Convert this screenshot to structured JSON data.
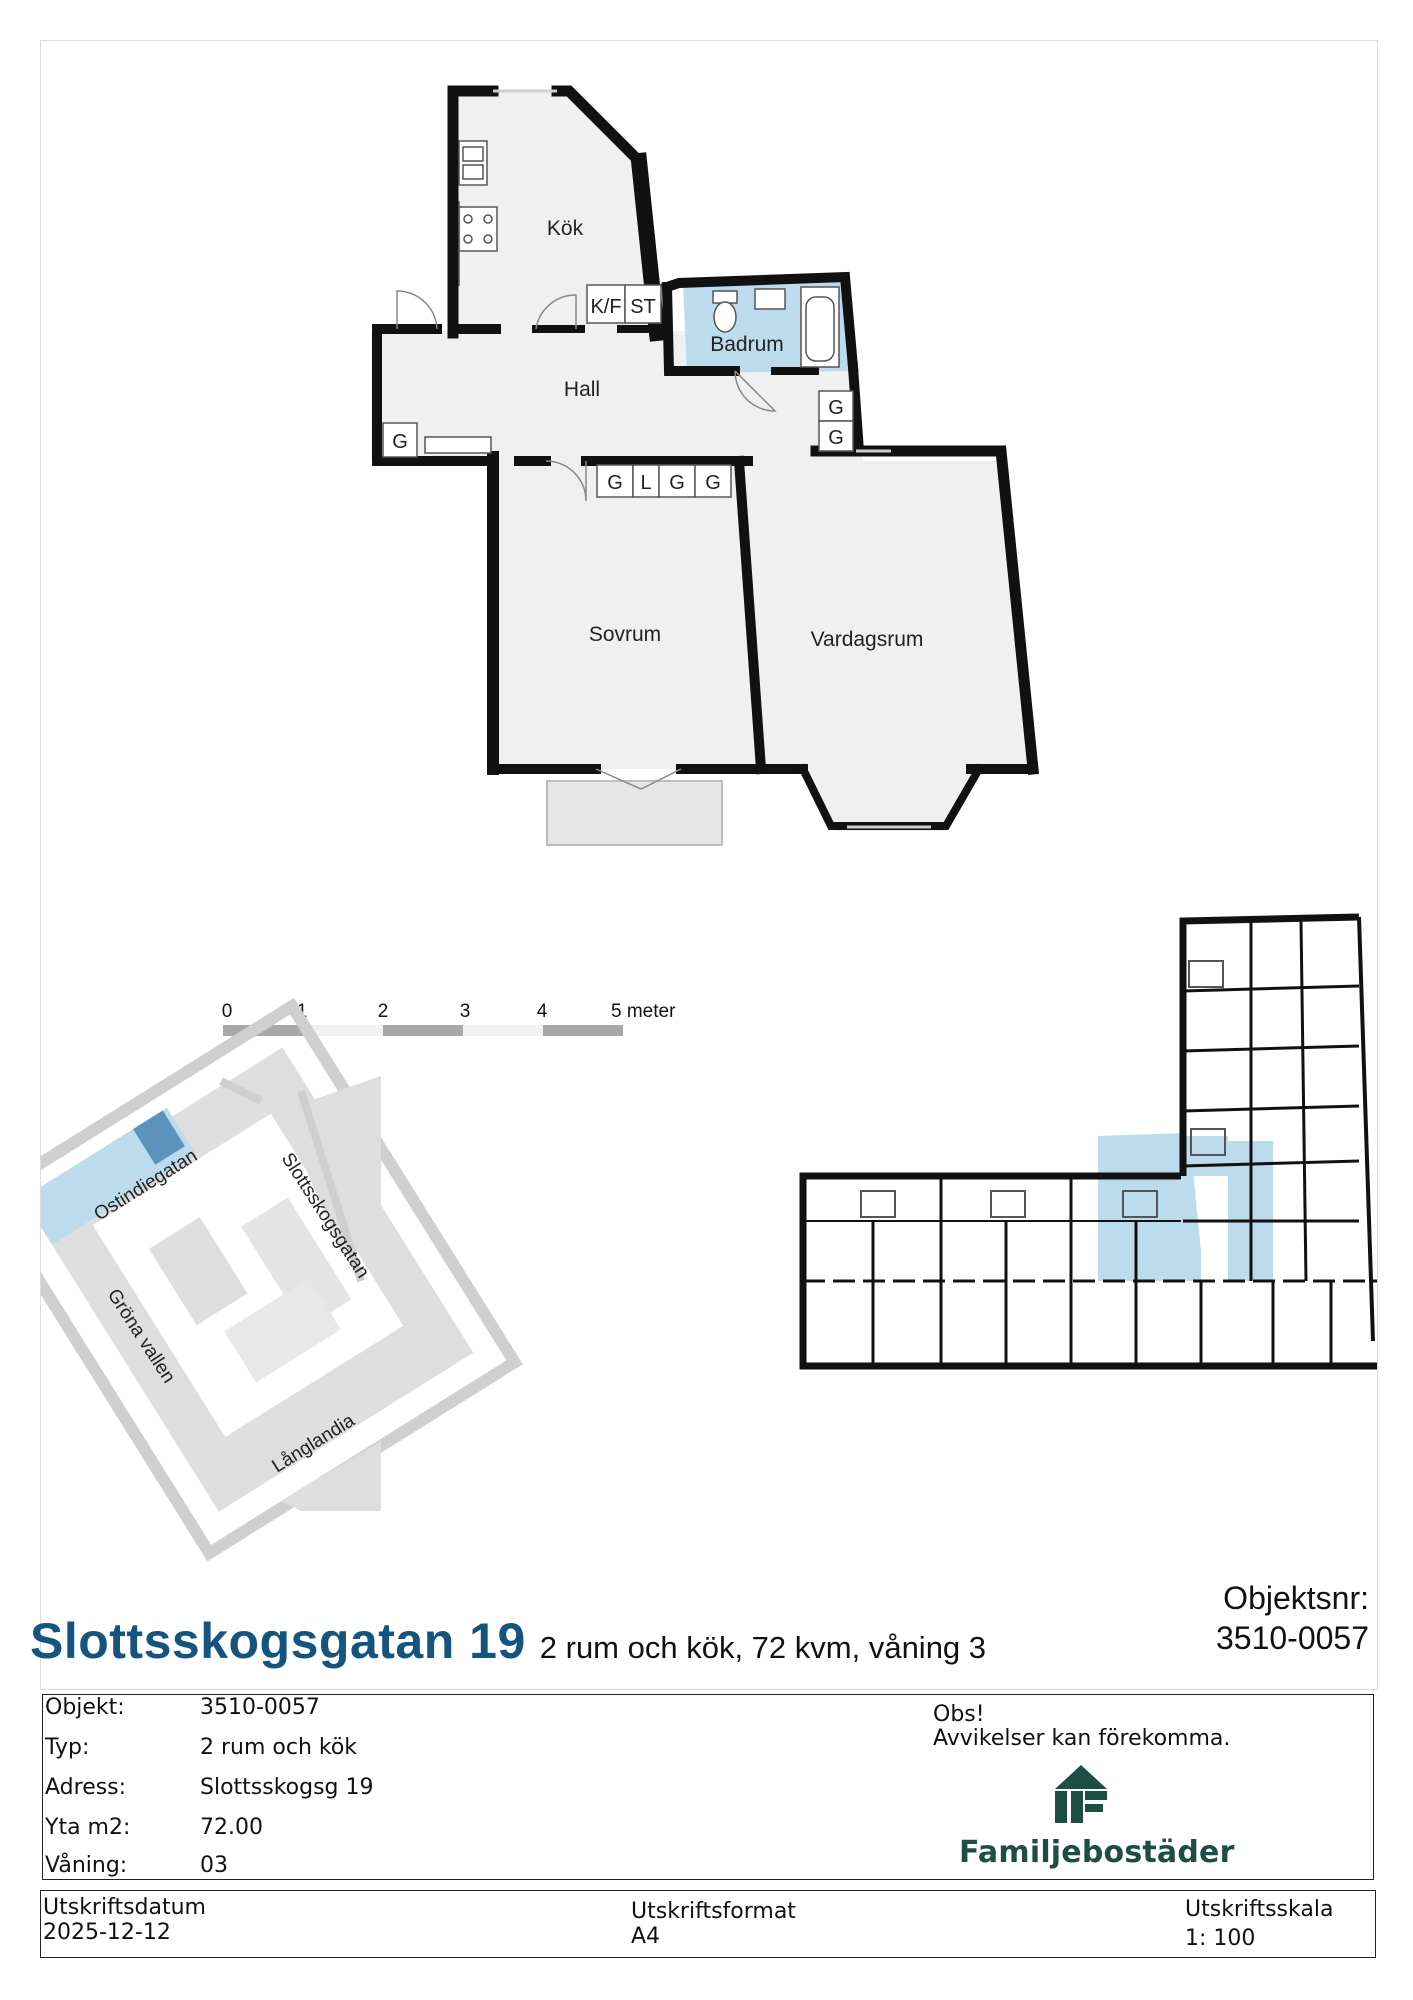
{
  "floorplan": {
    "rooms": {
      "kitchen": "Kök",
      "bathroom": "Badrum",
      "hall": "Hall",
      "bedroom": "Sovrum",
      "living_room": "Vardagsrum"
    },
    "fixtures": {
      "fridge_freezer": "K/F",
      "storage": "ST",
      "wardrobe_g": "G",
      "wardrobe_l": "L"
    }
  },
  "scale_bar": {
    "ticks": [
      "0",
      "1",
      "2",
      "3",
      "4",
      "5 meter"
    ]
  },
  "site_map": {
    "streets": [
      "Ostindiegatan",
      "Slottsskogsgatan",
      "Gröna vallen",
      "Långlandia"
    ]
  },
  "header": {
    "address_title": "Slottsskogsgatan 19",
    "subtitle": "2 rum och kök, 72 kvm, våning 3",
    "object_nr_label": "Objektsnr:",
    "object_nr_value": "3510-0057"
  },
  "info": {
    "rows": [
      {
        "label": "Objekt:",
        "value": "3510-0057"
      },
      {
        "label": "Typ:",
        "value": "2 rum och kök"
      },
      {
        "label": "Adress:",
        "value": "Slottsskogsg 19"
      },
      {
        "label": "Yta m2:",
        "value": "72.00"
      },
      {
        "label": "Våning:",
        "value": "03"
      }
    ],
    "obs_title": "Obs!",
    "obs_text": "Avvikelser kan förekomma.",
    "brand": "Familjebostäder"
  },
  "print": {
    "date_label": "Utskriftsdatum",
    "date_value": "2025-12-12",
    "format_label": "Utskriftsformat",
    "format_value": "A4",
    "scale_label": "Utskriftsskala",
    "scale_value": "1: 100"
  },
  "colors": {
    "wall": "#111111",
    "floor": "#f0f0f0",
    "bathroom": "#bcdcee",
    "highlight": "#a9cde6",
    "title_blue": "#14547f",
    "logo_green": "#1d4e44"
  }
}
